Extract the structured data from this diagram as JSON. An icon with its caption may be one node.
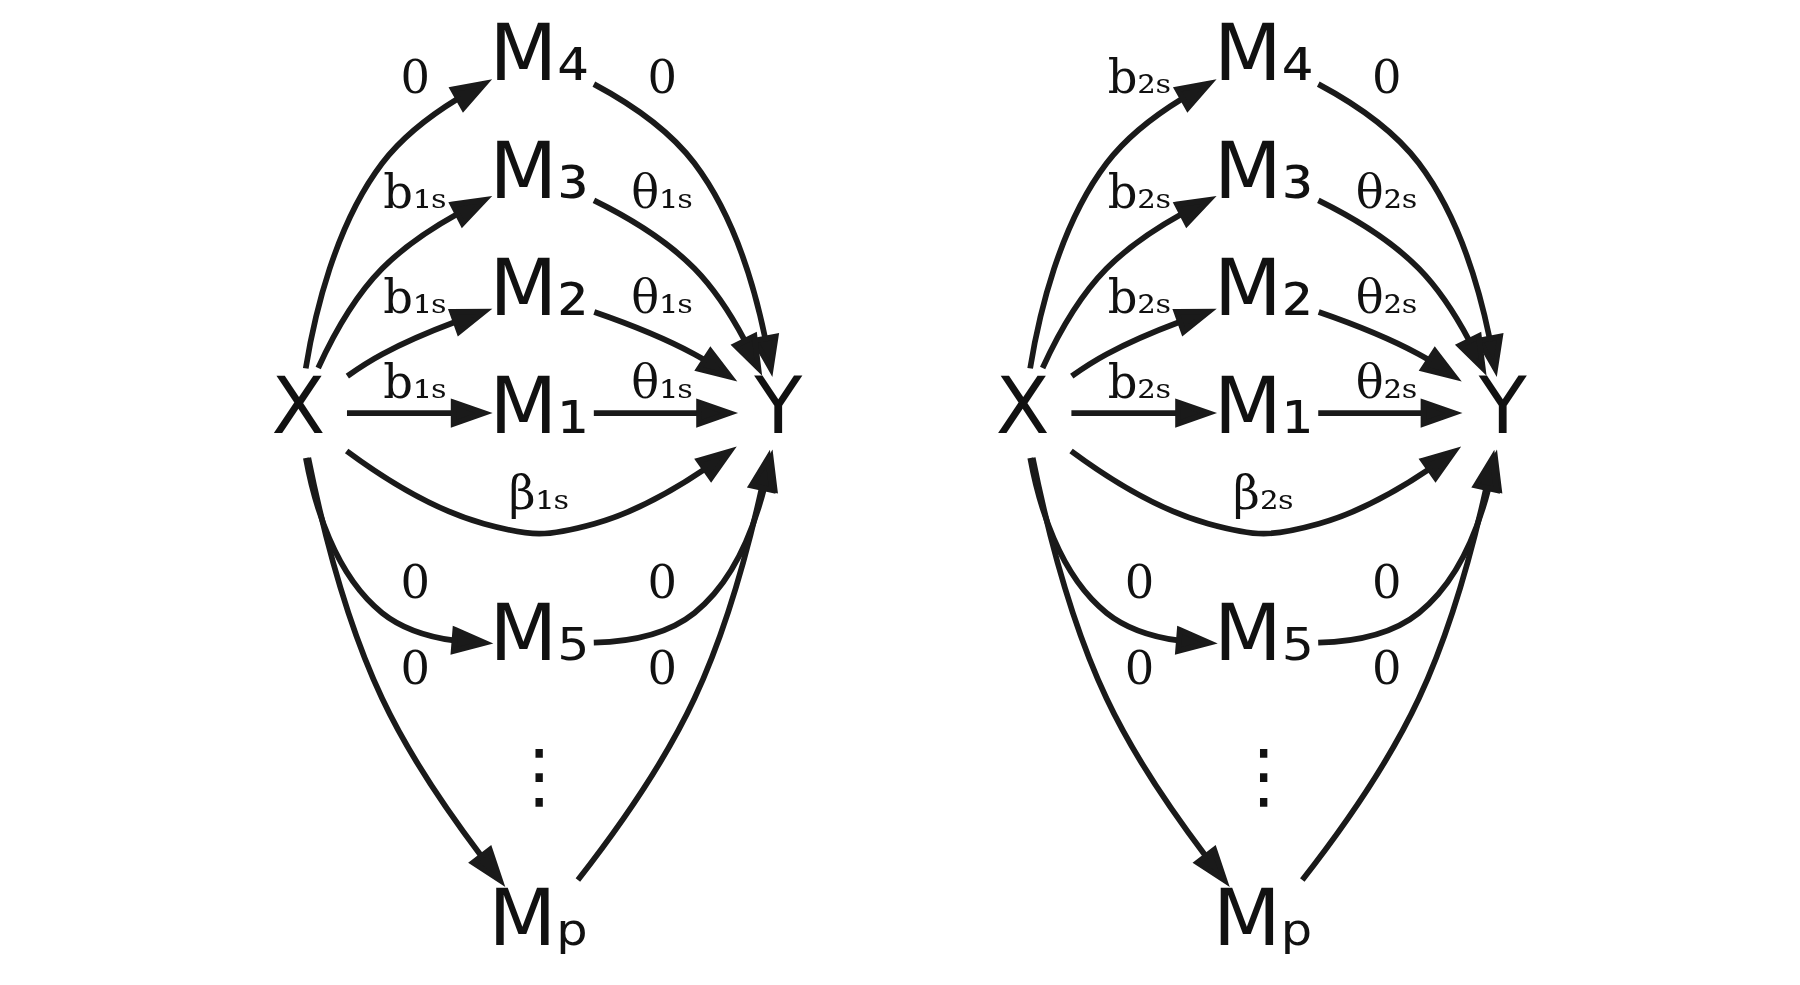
{
  "diagram": {
    "nodes": [
      {
        "text": [
          "X"
        ]
      },
      {
        "text": [
          "M₄"
        ]
      },
      {
        "text": [
          "M₃"
        ]
      },
      {
        "text": [
          "M₂"
        ]
      },
      {
        "text": [
          "M₁"
        ]
      },
      {
        "text": [
          "Y"
        ]
      },
      {
        "text": [
          "M₅"
        ]
      },
      {
        "text": [
          "Mₚ"
        ]
      },
      {
        "text": [
          "X"
        ]
      },
      {
        "text": [
          "M₄"
        ]
      },
      {
        "text": [
          "M₃"
        ]
      },
      {
        "text": [
          "M₂"
        ]
      },
      {
        "text": [
          "M₁"
        ]
      },
      {
        "text": [
          "Y"
        ]
      },
      {
        "text": [
          "M₅"
        ]
      },
      {
        "text": [
          "Mₚ"
        ]
      }
    ],
    "edges": [
      {
        "from": 0,
        "to": 1,
        "arrow": "to",
        "label": "0"
      },
      {
        "from": 0,
        "to": 2,
        "arrow": "to",
        "label": "b₁ₛ"
      },
      {
        "from": 0,
        "to": 3,
        "arrow": "to",
        "label": "b₁ₛ"
      },
      {
        "from": 0,
        "to": 4,
        "arrow": "to",
        "label": "b₁ₛ"
      },
      {
        "from": 0,
        "to": 5,
        "arrow": "to",
        "label": "β₁ₛ"
      },
      {
        "from": 0,
        "to": 6,
        "arrow": "to",
        "label": "0"
      },
      {
        "from": 0,
        "to": 7,
        "arrow": "to",
        "label": "0"
      },
      {
        "from": 1,
        "to": 5,
        "arrow": "to",
        "label": "0"
      },
      {
        "from": 2,
        "to": 5,
        "arrow": "to",
        "label": "θ₁ₛ"
      },
      {
        "from": 3,
        "to": 5,
        "arrow": "to",
        "label": "θ₁ₛ"
      },
      {
        "from": 4,
        "to": 5,
        "arrow": "to",
        "label": "θ₁ₛ"
      },
      {
        "from": 6,
        "to": 5,
        "arrow": "to",
        "label": "0"
      },
      {
        "from": 7,
        "to": 5,
        "arrow": "to",
        "label": "0"
      },
      {
        "from": 8,
        "to": 9,
        "arrow": "to",
        "label": "b₂ₛ"
      },
      {
        "from": 8,
        "to": 10,
        "arrow": "to",
        "label": "b₂ₛ"
      },
      {
        "from": 8,
        "to": 11,
        "arrow": "to",
        "label": "b₂ₛ"
      },
      {
        "from": 8,
        "to": 12,
        "arrow": "to",
        "label": "b₂ₛ"
      },
      {
        "from": 8,
        "to": 13,
        "arrow": "to",
        "label": "β₂ₛ"
      },
      {
        "from": 8,
        "to": 14,
        "arrow": "to",
        "label": "0"
      },
      {
        "from": 8,
        "to": 15,
        "arrow": "to",
        "label": "0"
      },
      {
        "from": 9,
        "to": 13,
        "arrow": "to",
        "label": "0"
      },
      {
        "from": 10,
        "to": 13,
        "arrow": "to",
        "label": "θ₂ₛ"
      },
      {
        "from": 11,
        "to": 13,
        "arrow": "to",
        "label": "θ₂ₛ"
      },
      {
        "from": 12,
        "to": 13,
        "arrow": "to",
        "label": "θ₂ₛ"
      },
      {
        "from": 14,
        "to": 13,
        "arrow": "to",
        "label": "0"
      },
      {
        "from": 15,
        "to": 13,
        "arrow": "to",
        "label": "0"
      }
    ],
    "labels": [
      "⋮",
      "⋮"
    ]
  }
}
